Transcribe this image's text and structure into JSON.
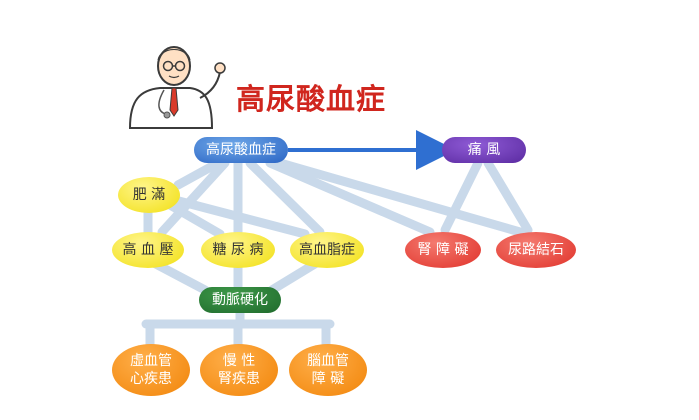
{
  "title": "高尿酸血症",
  "nodes": {
    "hyperuricemia": "高尿酸血症",
    "gout": "痛 風",
    "obesity": "肥 滿",
    "hypertension": "高 血 壓",
    "diabetes": "糖 尿 病",
    "hyperlipidemia": "高血脂症",
    "kidney": "腎 障 礙",
    "stone": "尿路結石",
    "arterio": "動脈硬化",
    "heart_line1": "虛血管",
    "heart_line2": "心疾患",
    "chronic_line1": "慢 性",
    "chronic_line2": "腎疾患",
    "brain_line1": "腦血管",
    "brain_line2": "障 礙"
  },
  "colors": {
    "title": "#d0261e",
    "arrow_blue": "#2f6fd1",
    "arrow_light": "#c9d9ea"
  },
  "icons": [
    "doctor-illustration-icon"
  ]
}
